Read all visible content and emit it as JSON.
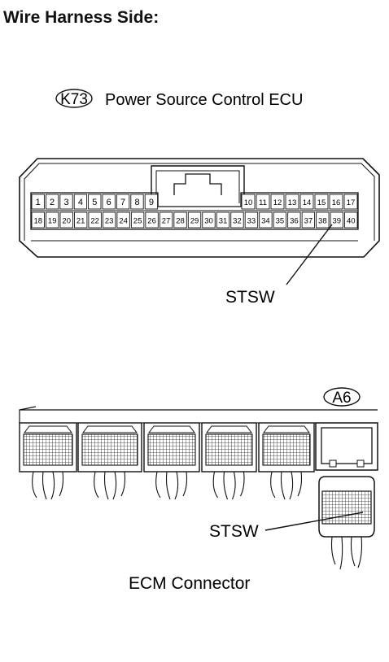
{
  "heading": "Wire Harness Side:",
  "connector_k73": {
    "code": "K73",
    "name": "Power Source Control ECU",
    "pins_top_left": [
      "1",
      "2",
      "3",
      "4",
      "5",
      "6",
      "7",
      "8",
      "9"
    ],
    "pins_top_right": [
      "10",
      "11",
      "12",
      "13",
      "14",
      "15",
      "16",
      "17"
    ],
    "pins_bottom": [
      "18",
      "19",
      "20",
      "21",
      "22",
      "23",
      "24",
      "25",
      "26",
      "27",
      "28",
      "29",
      "30",
      "31",
      "32",
      "33",
      "34",
      "35",
      "36",
      "37",
      "38",
      "39",
      "40"
    ],
    "callout": "STSW"
  },
  "connector_ecm": {
    "code": "A6",
    "callout": "STSW",
    "name": "ECM Connector"
  }
}
